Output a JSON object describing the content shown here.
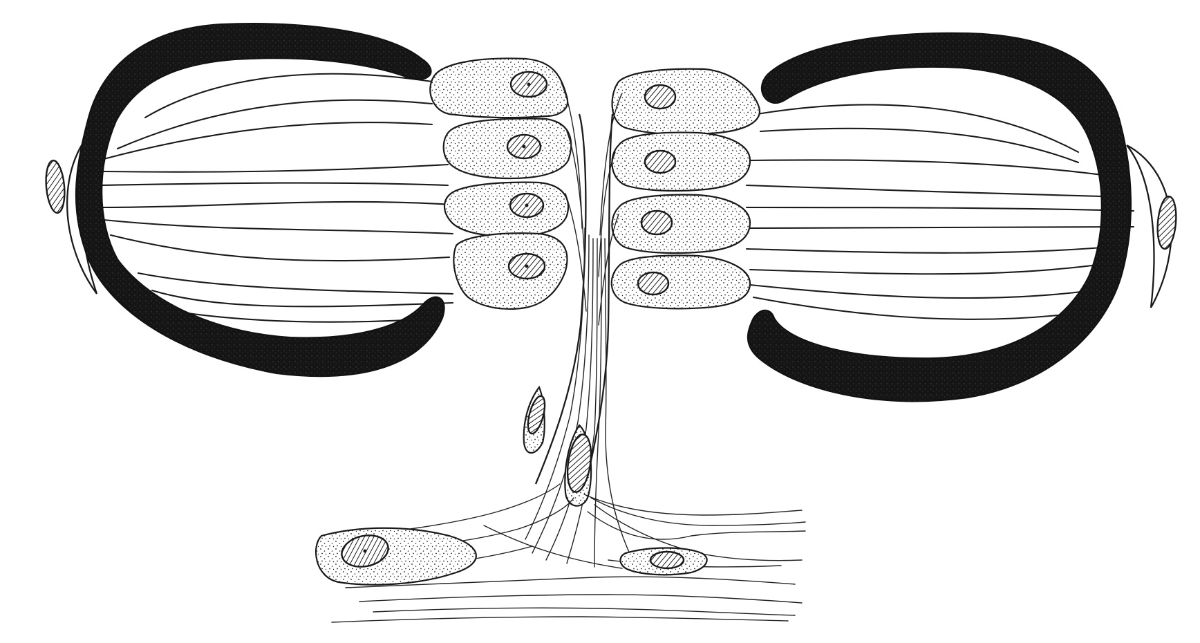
{
  "figure": {
    "kind": "line-drawing",
    "colors": {
      "ink": "#111111",
      "paper": "#ffffff"
    },
    "parts": [
      "left-curved-band",
      "right-curved-band",
      "left-cell-cluster",
      "right-cell-cluster",
      "central-fiber-bundle",
      "base-fiber-spread"
    ],
    "cell_count_left": 4,
    "cell_count_right": 4,
    "end_plate_count": 2,
    "base_cell_count": 2
  }
}
